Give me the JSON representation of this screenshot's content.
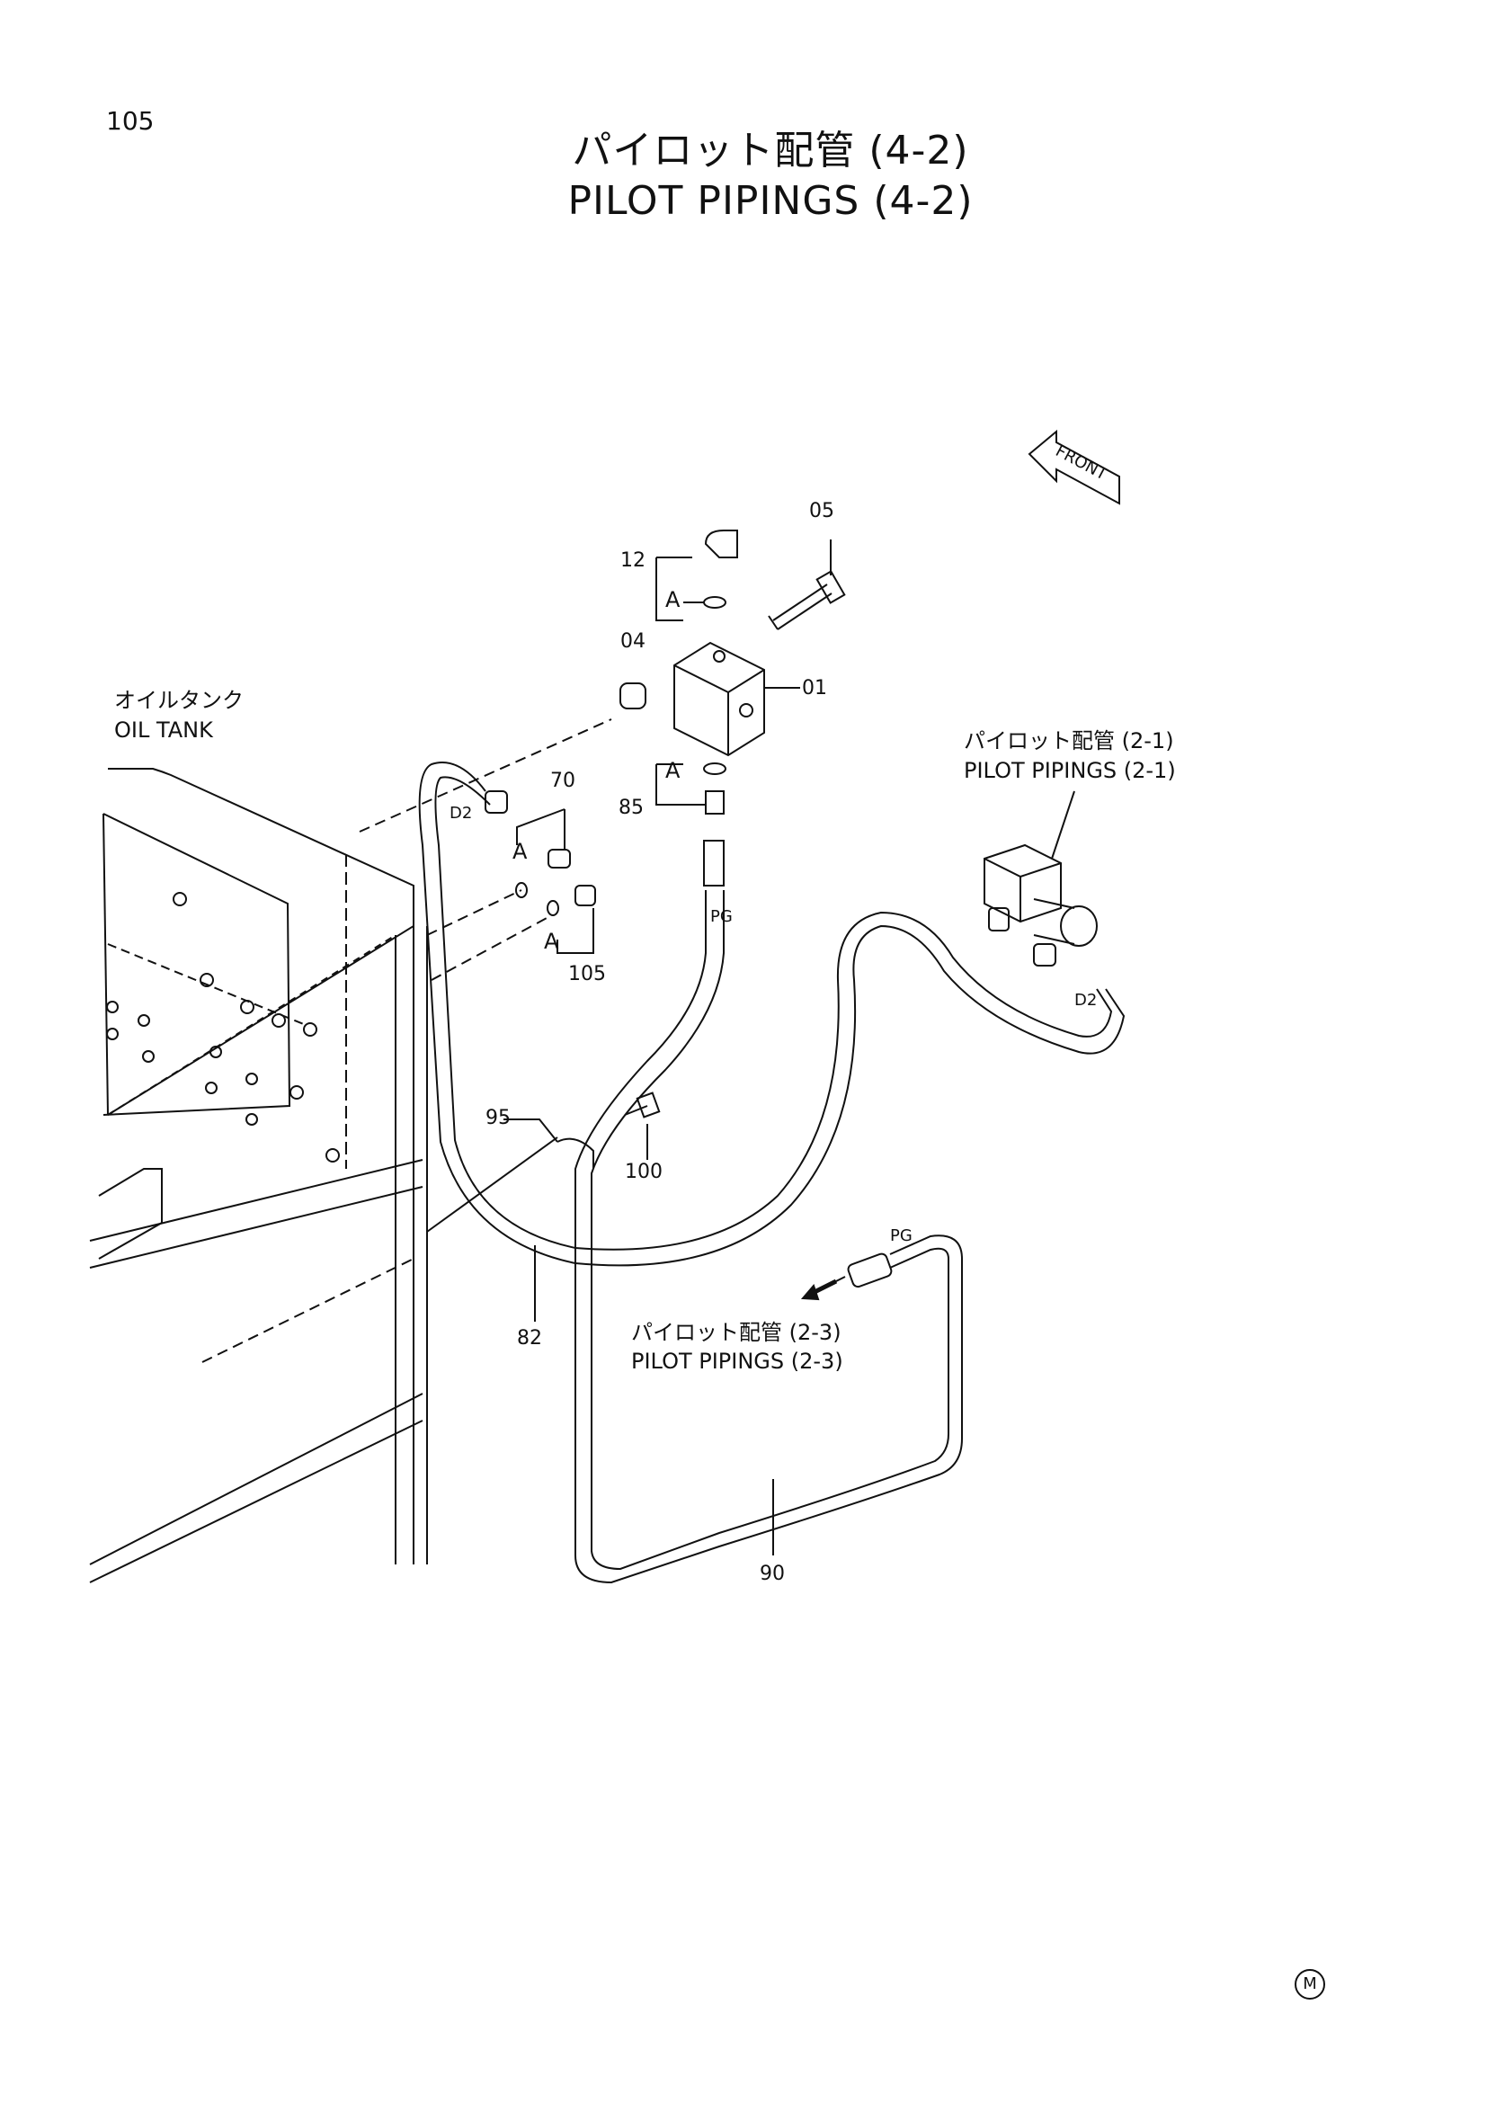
{
  "page_number": "105",
  "title_jp": "パイロット配管 (4-2)",
  "title_en": "PILOT PIPINGS (4-2)",
  "front_label": "FRONT",
  "oil_tank": {
    "jp": "オイルタンク",
    "en": "OIL TANK"
  },
  "references": [
    {
      "jp": "パイロット配管 (2-1)",
      "en": "PILOT PIPINGS (2-1)"
    },
    {
      "jp": "パイロット配管 (2-3)",
      "en": "PILOT PIPINGS (2-3)"
    }
  ],
  "part_numbers": {
    "p01": "01",
    "p04": "04",
    "p05": "05",
    "p12": "12",
    "p70": "70",
    "p82": "82",
    "p85": "85",
    "p90": "90",
    "p95": "95",
    "p100": "100",
    "p105": "105"
  },
  "port_labels": {
    "a": "A",
    "d2": "D2",
    "pg": "PG"
  },
  "corner_mark": "M"
}
